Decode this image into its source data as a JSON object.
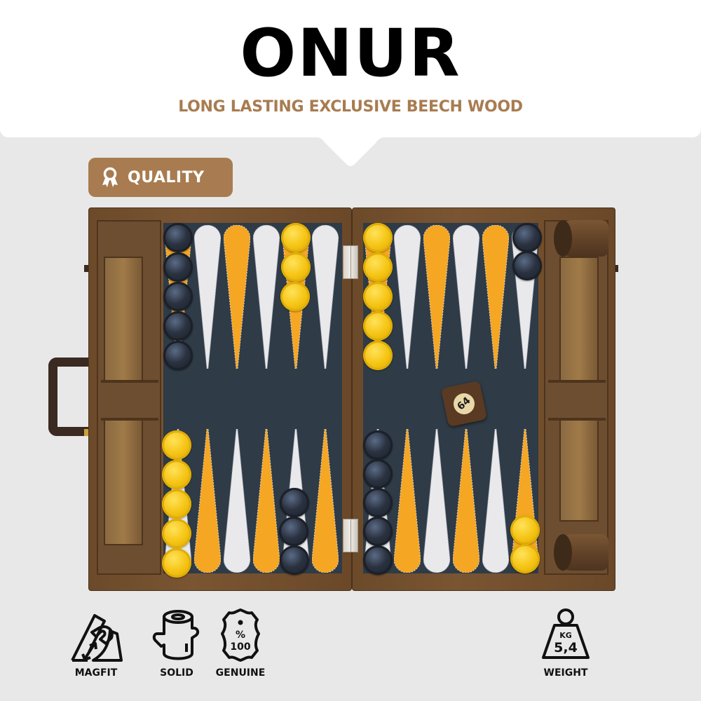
{
  "header": {
    "title": "ONUR",
    "subtitle": "LONG LASTING EXCLUSIVE BEECH WOOD"
  },
  "badge": {
    "icon": "award-ribbon-icon",
    "label": "QUALITY"
  },
  "product": {
    "name": "Backgammon board",
    "doubling_cube_value": "64",
    "colors": {
      "background": "#e8e8e8",
      "accent": "#a87c50",
      "field": "#2f3b46",
      "point_orange": "#f5a623",
      "point_white": "#e9e9ec",
      "wood": "#6e4e30",
      "checker_black": "#1f2530",
      "checker_yellow": "#f5c414"
    }
  },
  "features": [
    {
      "icon": "magnet-fit-icon",
      "label": "MAGFIT"
    },
    {
      "icon": "wood-log-icon",
      "label": "SOLID"
    },
    {
      "icon": "leather-hide-icon",
      "label": "GENUINE",
      "icon_text": "% 100"
    },
    {
      "icon": "weight-icon",
      "label": "WEIGHT",
      "unit": "KG",
      "value": "5,4"
    }
  ]
}
